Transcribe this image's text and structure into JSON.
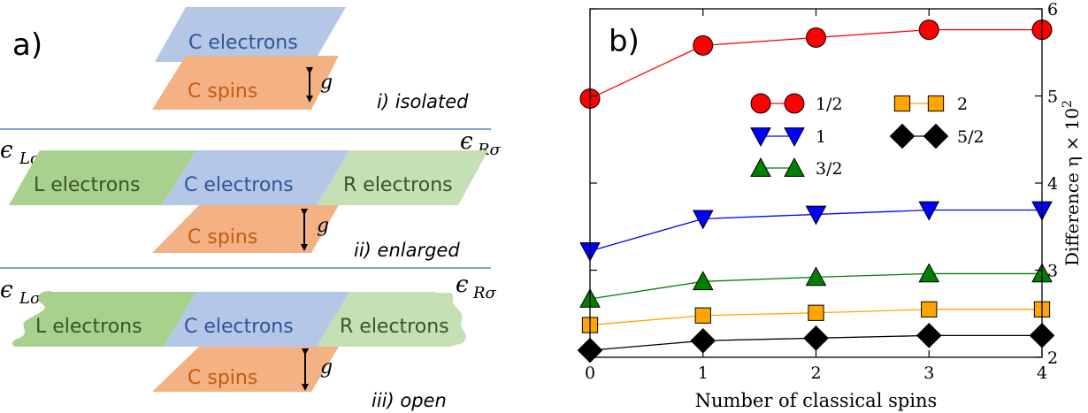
{
  "panel_a": {
    "label": "a)",
    "schemes": [
      {
        "caption": "i) isolated",
        "layers": {
          "c_electrons": "C electrons",
          "c_spins": "C spins"
        },
        "coupling": "g"
      },
      {
        "caption": "ii) enlarged",
        "layers": {
          "l_electrons": "L electrons",
          "c_electrons": "C electrons",
          "r_electrons": "R electrons",
          "c_spins": "C spins"
        },
        "coupling": "g",
        "lead_symbol_left": "ϵ",
        "lead_symbol_left_sub": "Lσ",
        "lead_symbol_right": "ϵ",
        "lead_symbol_right_sub": "Rσ"
      },
      {
        "caption": "iii) open",
        "layers": {
          "l_electrons": "L electrons",
          "c_electrons": "C electrons",
          "r_electrons": "R electrons",
          "c_spins": "C spins"
        },
        "coupling": "g",
        "lead_symbol_left": "ϵ",
        "lead_symbol_left_sub": "Lσ",
        "lead_symbol_right": "ϵ",
        "lead_symbol_right_sub": "Rσ"
      }
    ],
    "colors": {
      "c_electrons": "#b4c7e7",
      "c_spins": "#f4b183",
      "lr_electrons": "#a9d18e",
      "lr_electrons_open": "#c5e0b4",
      "c_electrons_text": "#2f5597",
      "c_spins_text": "#c55a11",
      "lr_electrons_text": "#375623",
      "divider": "#2e75b6"
    }
  },
  "chart_data": {
    "type": "line",
    "panel_label": "b)",
    "xlabel": "Number of classical spins",
    "ylabel": "Difference η × 10",
    "ylabel_exponent": "2",
    "xlim": [
      0,
      4
    ],
    "ylim": [
      2,
      6
    ],
    "xticks": [
      0,
      1,
      2,
      3,
      4
    ],
    "yticks": [
      2,
      3,
      4,
      5,
      6
    ],
    "grid": false,
    "legend_placement": "upper center, two columns",
    "x": [
      0,
      1,
      2,
      3,
      4
    ],
    "series": [
      {
        "name": "1/2",
        "marker": "circle",
        "color": "#ff0000",
        "values": [
          4.97,
          5.58,
          5.67,
          5.76,
          5.76
        ]
      },
      {
        "name": "1",
        "marker": "triangle-down",
        "color": "#0000ff",
        "values": [
          3.22,
          3.59,
          3.64,
          3.69,
          3.69
        ]
      },
      {
        "name": "3/2",
        "marker": "triangle-up",
        "color": "#008000",
        "values": [
          2.67,
          2.87,
          2.92,
          2.96,
          2.96
        ]
      },
      {
        "name": "2",
        "marker": "square",
        "color": "#ffa500",
        "values": [
          2.37,
          2.48,
          2.51,
          2.55,
          2.55
        ]
      },
      {
        "name": "5/2",
        "marker": "diamond",
        "color": "#000000",
        "values": [
          2.08,
          2.19,
          2.22,
          2.25,
          2.25
        ]
      }
    ]
  }
}
